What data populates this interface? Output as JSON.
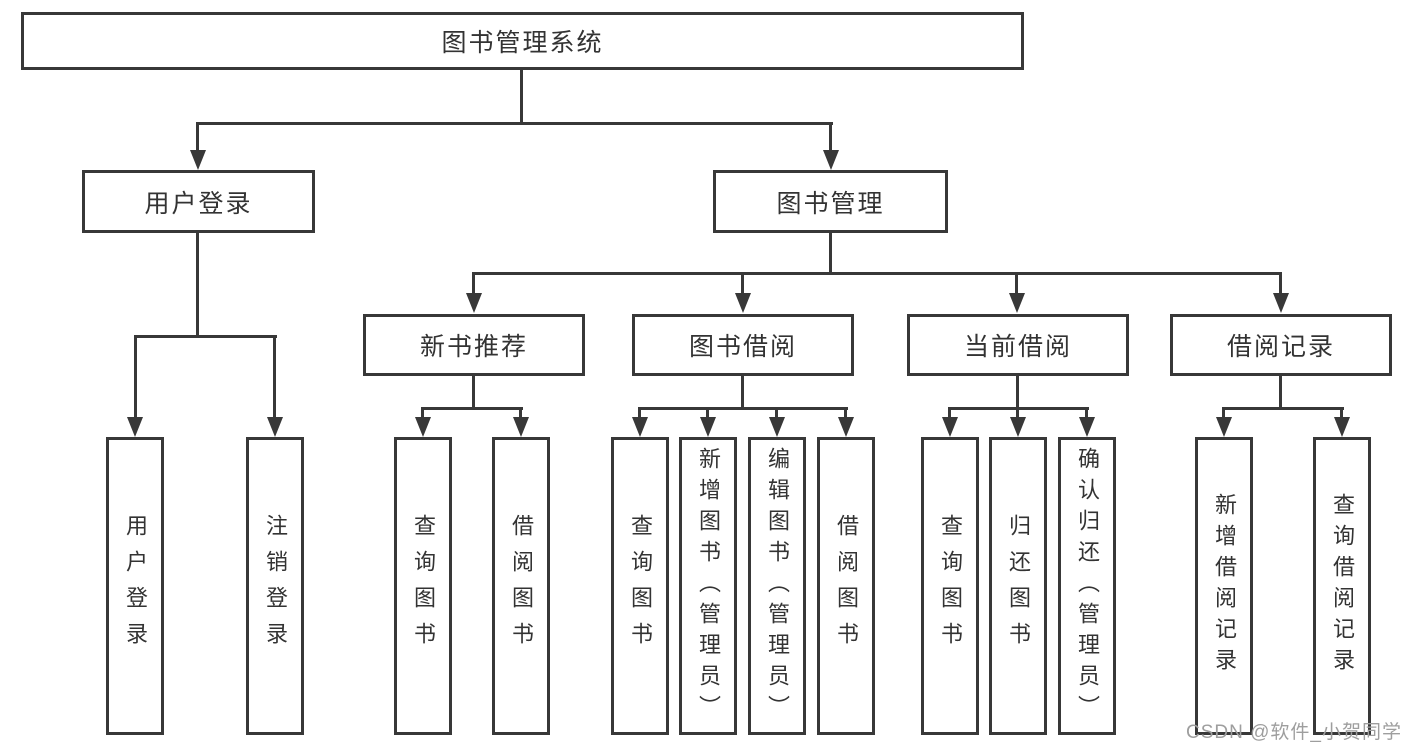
{
  "diagram": {
    "type": "hierarchy-tree",
    "root": {
      "label": "图书管理系统"
    },
    "level2": [
      {
        "label": "用户登录"
      },
      {
        "label": "图书管理"
      }
    ],
    "level3": [
      {
        "label": "新书推荐"
      },
      {
        "label": "图书借阅"
      },
      {
        "label": "当前借阅"
      },
      {
        "label": "借阅记录"
      }
    ],
    "leaves": {
      "user_login": [
        {
          "label": "用户登录"
        },
        {
          "label": "注销登录"
        }
      ],
      "new_book_recommend": [
        {
          "label": "查询图书"
        },
        {
          "label": "借阅图书"
        }
      ],
      "book_borrow": [
        {
          "label": "查询图书"
        },
        {
          "label": "新增图书（管理员）"
        },
        {
          "label": "编辑图书（管理员）"
        },
        {
          "label": "借阅图书"
        }
      ],
      "current_borrow": [
        {
          "label": "查询图书"
        },
        {
          "label": "归还图书"
        },
        {
          "label": "确认归还（管理员）"
        }
      ],
      "borrow_records": [
        {
          "label": "新增借阅记录"
        },
        {
          "label": "查询借阅记录"
        }
      ]
    },
    "colors": {
      "line": "#383838",
      "text": "#333333",
      "box_background": "#ffffff"
    },
    "watermark": {
      "text": "CSDN @软件_小贺同学",
      "color": "#9e9e9e"
    }
  }
}
